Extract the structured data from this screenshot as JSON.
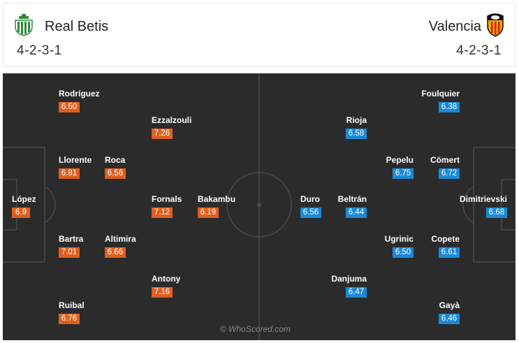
{
  "home": {
    "name": "Real Betis",
    "formation": "4-2-3-1",
    "badge_icon": "real-betis-crest-icon",
    "color": "#e05f1f",
    "players": [
      {
        "name": "López",
        "rating": "6.9"
      },
      {
        "name": "Rodríguez",
        "rating": "6.50"
      },
      {
        "name": "Llorente",
        "rating": "6.81"
      },
      {
        "name": "Bartra",
        "rating": "7.01"
      },
      {
        "name": "Ruibal",
        "rating": "6.76"
      },
      {
        "name": "Roca",
        "rating": "6.56"
      },
      {
        "name": "Altimira",
        "rating": "6.66"
      },
      {
        "name": "Ezzalzouli",
        "rating": "7.26"
      },
      {
        "name": "Fornals",
        "rating": "7.12"
      },
      {
        "name": "Antony",
        "rating": "7.16"
      },
      {
        "name": "Bakambu",
        "rating": "6.19"
      }
    ]
  },
  "away": {
    "name": "Valencia",
    "formation": "4-2-3-1",
    "badge_icon": "valencia-crest-icon",
    "color": "#1a8ad6",
    "players": [
      {
        "name": "Dimitrievski",
        "rating": "6.68"
      },
      {
        "name": "Foulquier",
        "rating": "6.38"
      },
      {
        "name": "Cömert",
        "rating": "6.72"
      },
      {
        "name": "Copete",
        "rating": "6.61"
      },
      {
        "name": "Gayà",
        "rating": "6.46"
      },
      {
        "name": "Pepelu",
        "rating": "6.75"
      },
      {
        "name": "Ugrinic",
        "rating": "6.50"
      },
      {
        "name": "Rioja",
        "rating": "6.58"
      },
      {
        "name": "Beltrán",
        "rating": "6.44"
      },
      {
        "name": "Danjuma",
        "rating": "6.47"
      },
      {
        "name": "Duro",
        "rating": "6.56"
      }
    ]
  },
  "watermark": "© WhoScored.com"
}
